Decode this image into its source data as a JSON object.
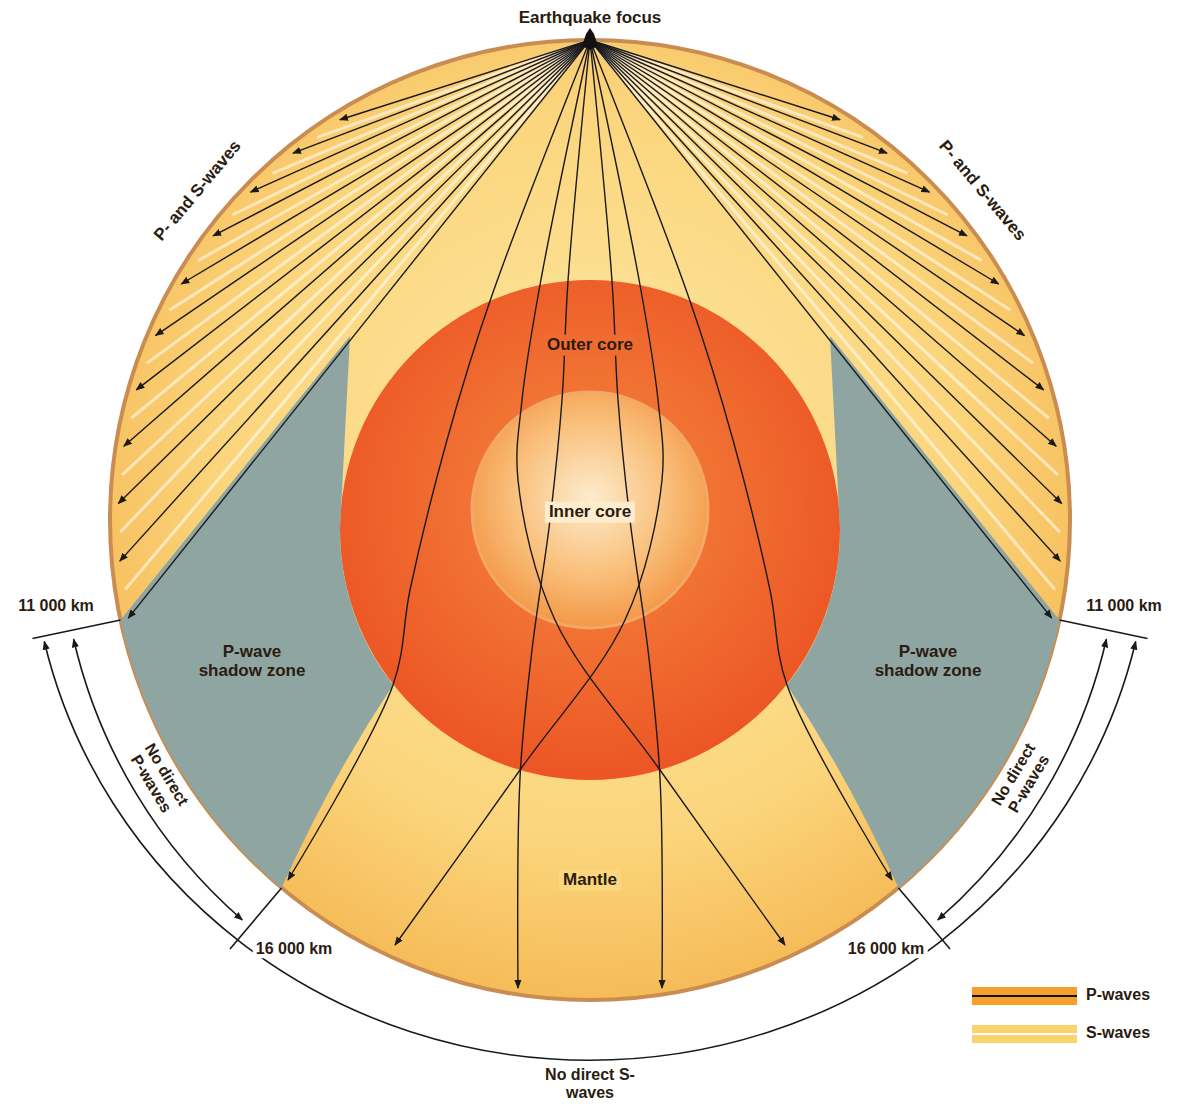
{
  "diagram": {
    "nodes": [
      {
        "text": [
          "Mantle"
        ]
      },
      {
        "text": [
          "Outer core"
        ],
        "in": 0
      },
      {
        "text": [
          "Inner core"
        ],
        "in": 1
      },
      {
        "text": [
          "P-wave shadow zone"
        ],
        "in": 0
      },
      {
        "text": [
          "P-wave shadow zone"
        ],
        "in": 0
      }
    ],
    "labels": [
      "Earthquake focus",
      "P- and S-waves",
      "P- and S-waves",
      "11 000 km",
      "11 000 km",
      "No direct P-waves",
      "No direct P-waves",
      "16 000 km",
      "16 000 km",
      "No direct S-waves"
    ],
    "legend": [
      {
        "text": "P-waves",
        "color": "#f5a02a"
      },
      {
        "text": "S-waves",
        "color": "#fbd36e"
      }
    ]
  }
}
